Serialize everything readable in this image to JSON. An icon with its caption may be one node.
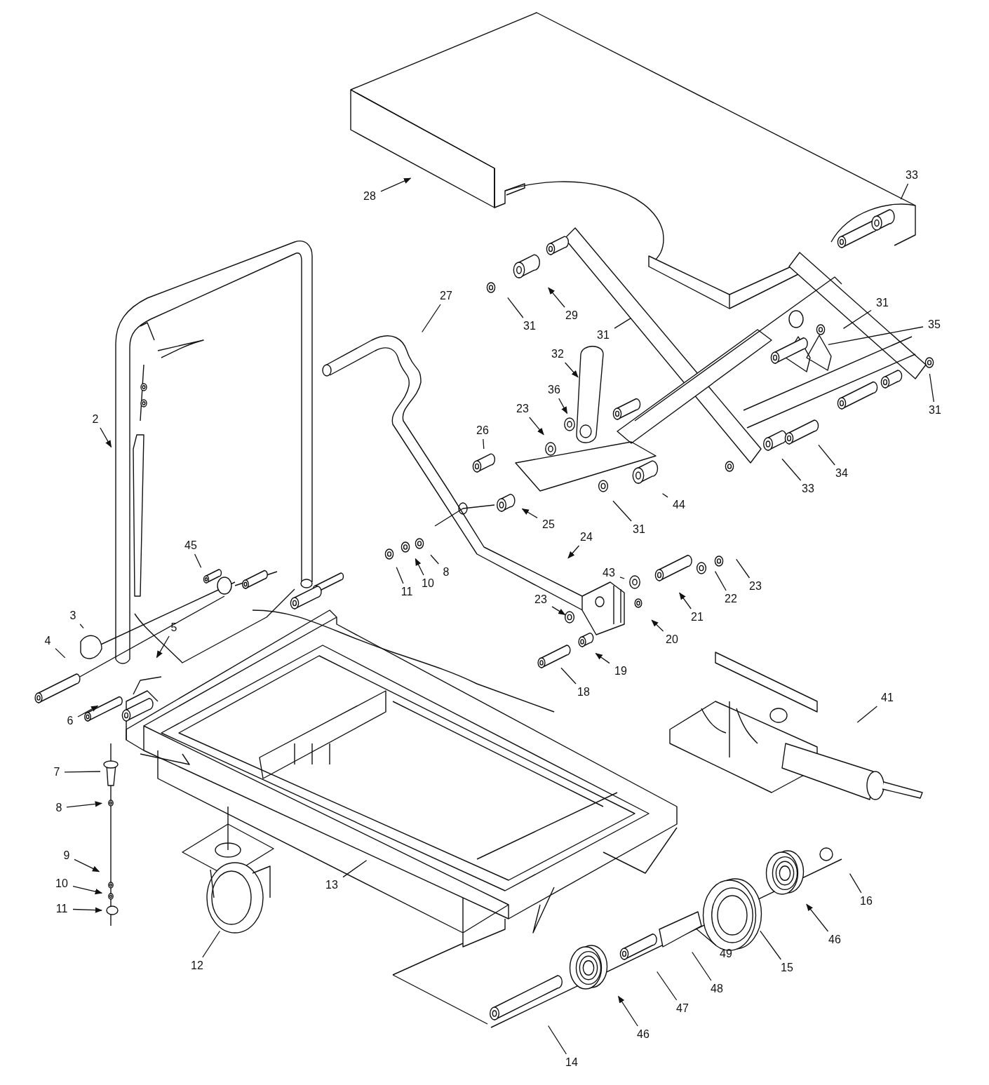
{
  "diagram": {
    "nodes": [
      {
        "text": [
          "33"
        ]
      },
      {
        "text": [
          "28"
        ]
      },
      {
        "text": [
          "27"
        ]
      },
      {
        "text": [
          "31"
        ]
      },
      {
        "text": [
          "29"
        ]
      },
      {
        "text": [
          "31"
        ]
      },
      {
        "text": [
          "35"
        ]
      },
      {
        "text": [
          "31"
        ]
      },
      {
        "text": [
          "32"
        ]
      },
      {
        "text": [
          "23"
        ]
      },
      {
        "text": [
          "36"
        ]
      },
      {
        "text": [
          "31"
        ]
      },
      {
        "text": [
          "2"
        ]
      },
      {
        "text": [
          "26"
        ]
      },
      {
        "text": [
          "34"
        ]
      },
      {
        "text": [
          "33"
        ]
      },
      {
        "text": [
          "44"
        ]
      },
      {
        "text": [
          "25"
        ]
      },
      {
        "text": [
          "31"
        ]
      },
      {
        "text": [
          "24"
        ]
      },
      {
        "text": [
          "45"
        ]
      },
      {
        "text": [
          "8"
        ]
      },
      {
        "text": [
          "10"
        ]
      },
      {
        "text": [
          "43"
        ]
      },
      {
        "text": [
          "11"
        ]
      },
      {
        "text": [
          "23"
        ]
      },
      {
        "text": [
          "22"
        ]
      },
      {
        "text": [
          "23"
        ]
      },
      {
        "text": [
          "3"
        ]
      },
      {
        "text": [
          "21"
        ]
      },
      {
        "text": [
          "5"
        ]
      },
      {
        "text": [
          "20"
        ]
      },
      {
        "text": [
          "4"
        ]
      },
      {
        "text": [
          "19"
        ]
      },
      {
        "text": [
          "18"
        ]
      },
      {
        "text": [
          "41"
        ]
      },
      {
        "text": [
          "6"
        ]
      },
      {
        "text": [
          "7"
        ]
      },
      {
        "text": [
          "8"
        ]
      },
      {
        "text": [
          "9"
        ]
      },
      {
        "text": [
          "10"
        ]
      },
      {
        "text": [
          "11"
        ]
      },
      {
        "text": [
          "13"
        ]
      },
      {
        "text": [
          "16"
        ]
      },
      {
        "text": [
          "46"
        ]
      },
      {
        "text": [
          "49"
        ]
      },
      {
        "text": [
          "12"
        ]
      },
      {
        "text": [
          "15"
        ]
      },
      {
        "text": [
          "48"
        ]
      },
      {
        "text": [
          "47"
        ]
      },
      {
        "text": [
          "46"
        ]
      },
      {
        "text": [
          "14"
        ]
      }
    ],
    "edges": [
      {
        "from": 0,
        "to": null,
        "arrow": "none"
      },
      {
        "from": 1,
        "to": null,
        "arrow": "to"
      },
      {
        "from": 2,
        "to": null,
        "arrow": "none"
      },
      {
        "from": 3,
        "to": null,
        "arrow": "none"
      },
      {
        "from": 4,
        "to": null,
        "arrow": "to"
      },
      {
        "from": 5,
        "to": null,
        "arrow": "none"
      },
      {
        "from": 6,
        "to": null,
        "arrow": "none"
      },
      {
        "from": 7,
        "to": null,
        "arrow": "none"
      },
      {
        "from": 8,
        "to": null,
        "arrow": "to"
      },
      {
        "from": 9,
        "to": null,
        "arrow": "to"
      },
      {
        "from": 10,
        "to": null,
        "arrow": "to"
      },
      {
        "from": 11,
        "to": null,
        "arrow": "none"
      },
      {
        "from": 12,
        "to": null,
        "arrow": "to"
      },
      {
        "from": 13,
        "to": null,
        "arrow": "none"
      },
      {
        "from": 14,
        "to": null,
        "arrow": "none"
      },
      {
        "from": 15,
        "to": null,
        "arrow": "none"
      },
      {
        "from": 16,
        "to": null,
        "arrow": "none"
      },
      {
        "from": 17,
        "to": null,
        "arrow": "to"
      },
      {
        "from": 18,
        "to": null,
        "arrow": "none"
      },
      {
        "from": 19,
        "to": null,
        "arrow": "to"
      },
      {
        "from": 20,
        "to": null,
        "arrow": "none"
      },
      {
        "from": 21,
        "to": null,
        "arrow": "none"
      },
      {
        "from": 22,
        "to": null,
        "arrow": "to"
      },
      {
        "from": 23,
        "to": null,
        "arrow": "none"
      },
      {
        "from": 24,
        "to": null,
        "arrow": "none"
      },
      {
        "from": 25,
        "to": null,
        "arrow": "none"
      },
      {
        "from": 26,
        "to": null,
        "arrow": "none"
      },
      {
        "from": 27,
        "to": null,
        "arrow": "to"
      },
      {
        "from": 28,
        "to": null,
        "arrow": "none"
      },
      {
        "from": 29,
        "to": null,
        "arrow": "to"
      },
      {
        "from": 30,
        "to": null,
        "arrow": "to"
      },
      {
        "from": 31,
        "to": null,
        "arrow": "to"
      },
      {
        "from": 32,
        "to": null,
        "arrow": "none"
      },
      {
        "from": 33,
        "to": null,
        "arrow": "to"
      },
      {
        "from": 34,
        "to": null,
        "arrow": "none"
      },
      {
        "from": 35,
        "to": null,
        "arrow": "none"
      },
      {
        "from": 36,
        "to": null,
        "arrow": "to"
      },
      {
        "from": 37,
        "to": null,
        "arrow": "none"
      },
      {
        "from": 38,
        "to": null,
        "arrow": "to"
      },
      {
        "from": 39,
        "to": null,
        "arrow": "to"
      },
      {
        "from": 40,
        "to": null,
        "arrow": "to"
      },
      {
        "from": 41,
        "to": null,
        "arrow": "to"
      },
      {
        "from": 42,
        "to": null,
        "arrow": "none"
      },
      {
        "from": 43,
        "to": null,
        "arrow": "none"
      },
      {
        "from": 44,
        "to": null,
        "arrow": "to"
      },
      {
        "from": 45,
        "to": null,
        "arrow": "none"
      },
      {
        "from": 46,
        "to": null,
        "arrow": "none"
      },
      {
        "from": 47,
        "to": null,
        "arrow": "none"
      },
      {
        "from": 48,
        "to": null,
        "arrow": "none"
      },
      {
        "from": 49,
        "to": null,
        "arrow": "none"
      },
      {
        "from": 50,
        "to": null,
        "arrow": "to"
      },
      {
        "from": 51,
        "to": null,
        "arrow": "none"
      }
    ]
  }
}
